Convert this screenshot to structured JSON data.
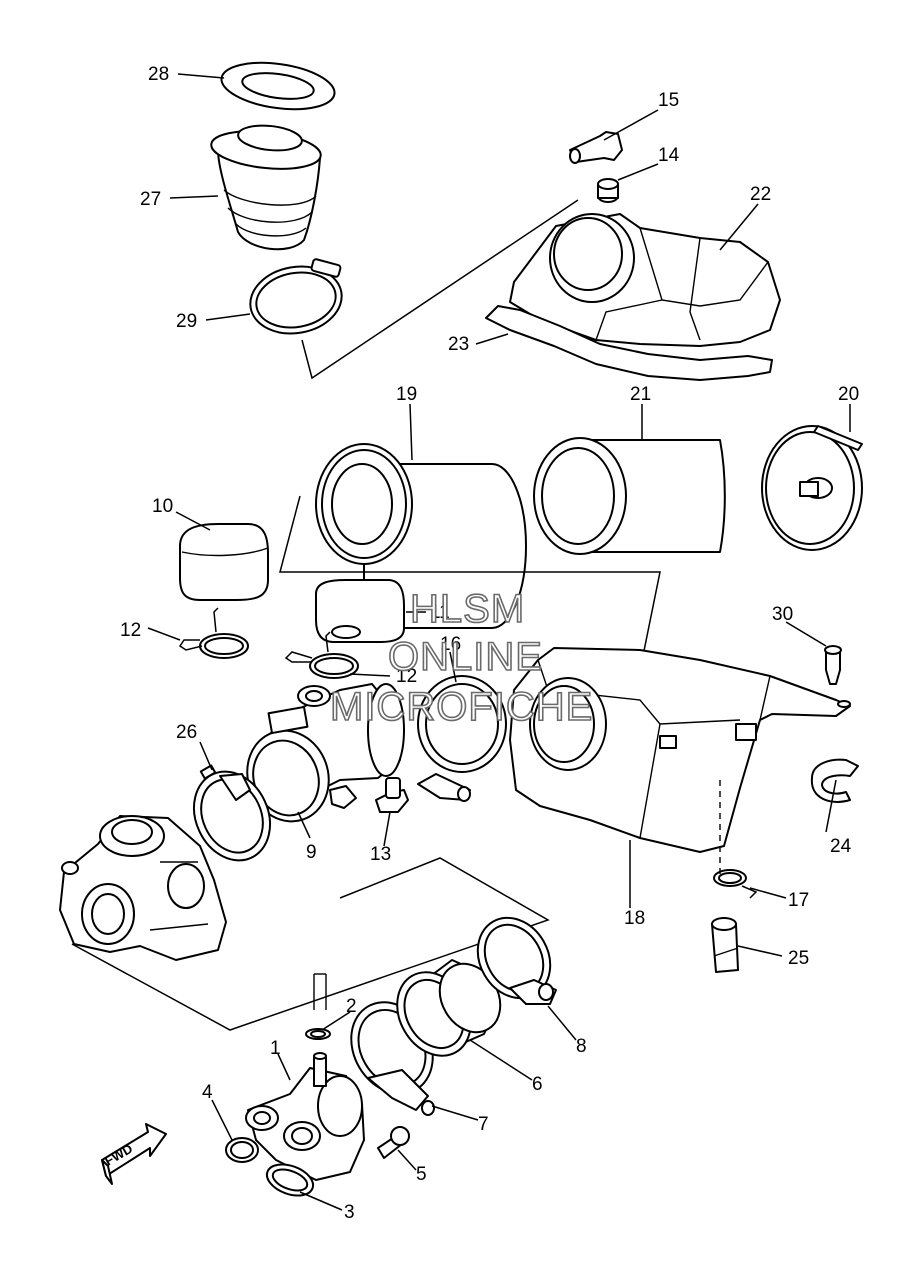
{
  "watermark": {
    "line1": "HLSM",
    "line2": "ONLINE",
    "line3": "MICROFICHE"
  },
  "direction_arrow": {
    "label": "FWD"
  },
  "callouts": {
    "c1": "1",
    "c2": "2",
    "c3": "3",
    "c4": "4",
    "c5": "5",
    "c6": "6",
    "c7": "7",
    "c8": "8",
    "c9": "9",
    "c10": "10",
    "c11": "11",
    "c12a": "12",
    "c12b": "12",
    "c13": "13",
    "c14": "14",
    "c15": "15",
    "c16": "16",
    "c17": "17",
    "c18": "18",
    "c19": "19",
    "c20": "20",
    "c21": "21",
    "c22": "22",
    "c23": "23",
    "c24": "24",
    "c25": "25",
    "c26": "26",
    "c27": "27",
    "c28": "28",
    "c29": "29",
    "c30": "30"
  },
  "colors": {
    "line": "#000000",
    "background": "#ffffff",
    "watermark_outline": "#6a6a6a"
  }
}
